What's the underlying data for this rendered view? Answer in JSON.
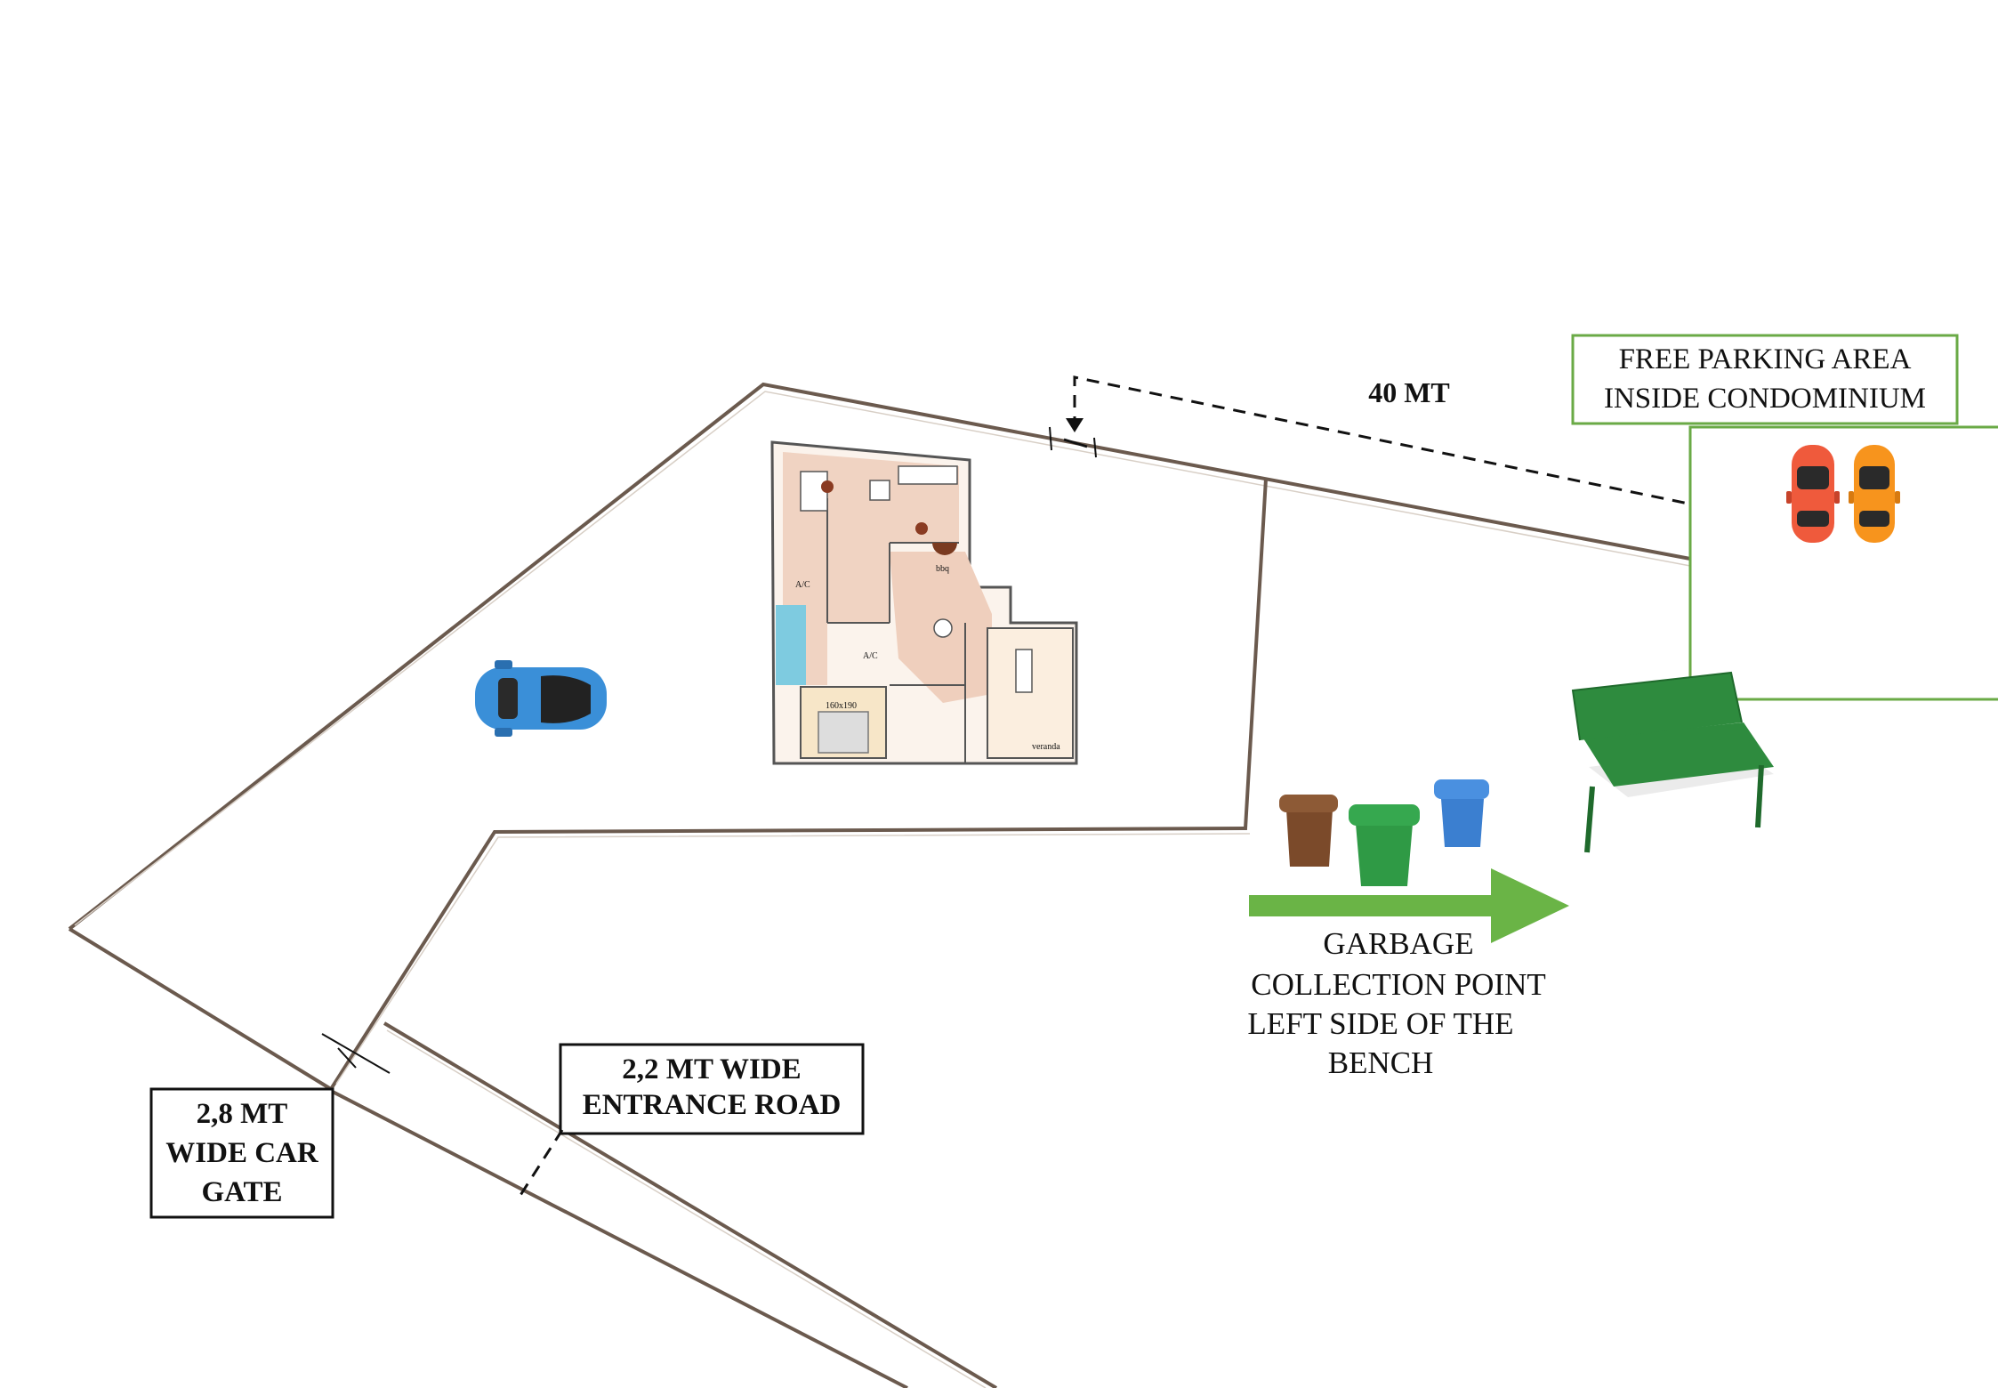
{
  "distance_label": "40 MT",
  "parking": {
    "line1": "FREE PARKING AREA",
    "line2": "INSIDE CONDOMINIUM"
  },
  "car_gate": {
    "line1": "2,8 MT",
    "line2": "WIDE CAR",
    "line3": "GATE"
  },
  "entrance_road": {
    "line1": "2,2 MT WIDE",
    "line2": "ENTRANCE ROAD"
  },
  "garbage": {
    "line1": "GARBAGE",
    "line2": "COLLECTION POINT",
    "line3": "LEFT SIDE OF THE",
    "line4": "BENCH"
  },
  "floorplan": {
    "bbq": "bbq",
    "ac1": "A/C",
    "ac2": "A/C",
    "bed": "160x190",
    "veranda": "veranda"
  },
  "colors": {
    "arrow": "#6ab446",
    "parking_border": "#6aaa46",
    "car_blue": "#3a8fd8",
    "car_red": "#ef5a3c",
    "car_orange": "#f7941d",
    "bin_brown": "#7b4a2a",
    "bin_green": "#2f9a45",
    "bin_blue": "#3b7fd0",
    "bench": "#2e8b3e"
  }
}
